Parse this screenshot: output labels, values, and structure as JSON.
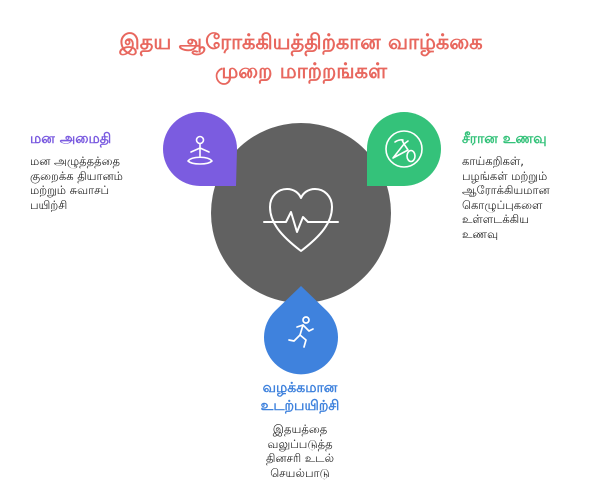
{
  "title": {
    "line1": "இதய ஆரோக்கியத்திற்கான வாழ்க்கை",
    "line2": "முறை மாற்றங்கள்"
  },
  "colors": {
    "title": "#e8675e",
    "center": "#616161",
    "calm": "#7b5ce0",
    "diet": "#34c27a",
    "exercise": "#3f82dd"
  },
  "icons": {
    "center": "heart-pulse-icon",
    "calm": "meditation-icon",
    "diet": "vegetables-icon",
    "exercise": "running-icon"
  },
  "items": {
    "calm": {
      "label": "மன அமைதி",
      "desc": [
        "மன அழுத்தத்தை",
        "குறைக்க தியானம்",
        "மற்றும் சுவாசப்",
        "பயிற்சி"
      ]
    },
    "diet": {
      "label": "சீரான உணவு",
      "desc": [
        "காய்கறிகள்,",
        "பழங்கள் மற்றும்",
        "ஆரோக்கியமான",
        "கொழுப்புகளை",
        "உள்ளடக்கிய",
        "உணவு"
      ]
    },
    "exercise": {
      "label_lines": [
        "வழக்கமான",
        "உடற்பயிற்சி"
      ],
      "desc": [
        "இதயத்தை",
        "வலுப்படுத்த",
        "தினசரி உடல்",
        "செயல்பாடு"
      ]
    }
  }
}
